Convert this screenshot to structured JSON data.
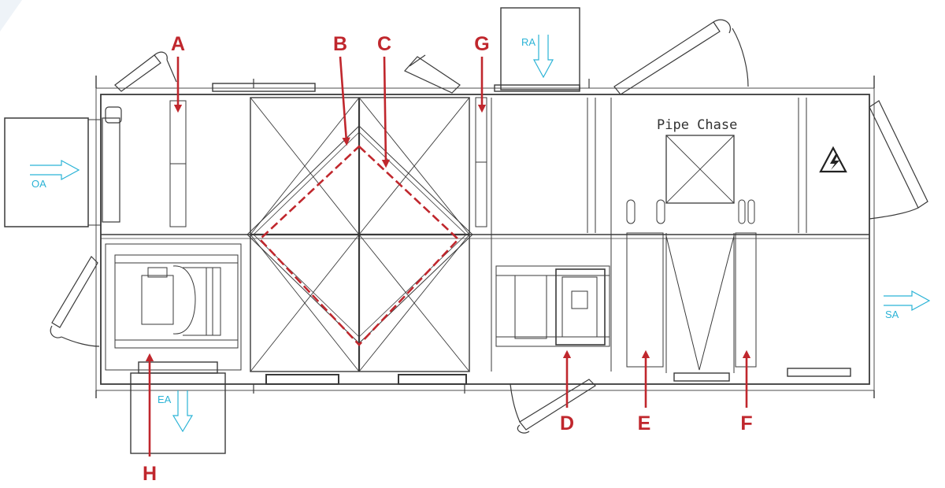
{
  "colors": {
    "line": "#3a3a3a",
    "accent": "#c0272d",
    "airflow": "#2bb3d6",
    "background": "#ffffff"
  },
  "airflow": {
    "oa": "OA",
    "ra": "RA",
    "ea": "EA",
    "sa": "SA"
  },
  "pipe_chase": "Pipe Chase",
  "hazard_icon": "warning-triangle-icon",
  "callouts": {
    "a": "A",
    "b": "B",
    "c": "C",
    "d": "D",
    "e": "E",
    "f": "F",
    "g": "G",
    "h": "H"
  }
}
